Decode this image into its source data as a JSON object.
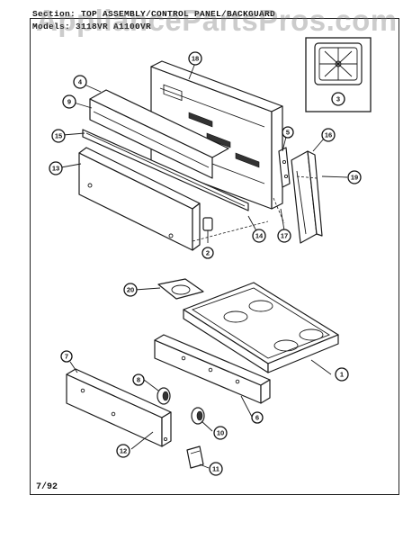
{
  "header": {
    "section_line": "Section: TOP ASSEMBLY/CONTROL PANEL/BACKGUARD",
    "models_line": "Models: 3118VR   A1100VR"
  },
  "watermark": "AppliancePartsPros.com",
  "footer": {
    "date": "7/92"
  },
  "callouts": [
    "18",
    "3",
    "4",
    "9",
    "15",
    "13",
    "5",
    "16",
    "19",
    "17",
    "14",
    "2",
    "20",
    "1",
    "7",
    "8",
    "6",
    "10",
    "12",
    "11"
  ]
}
